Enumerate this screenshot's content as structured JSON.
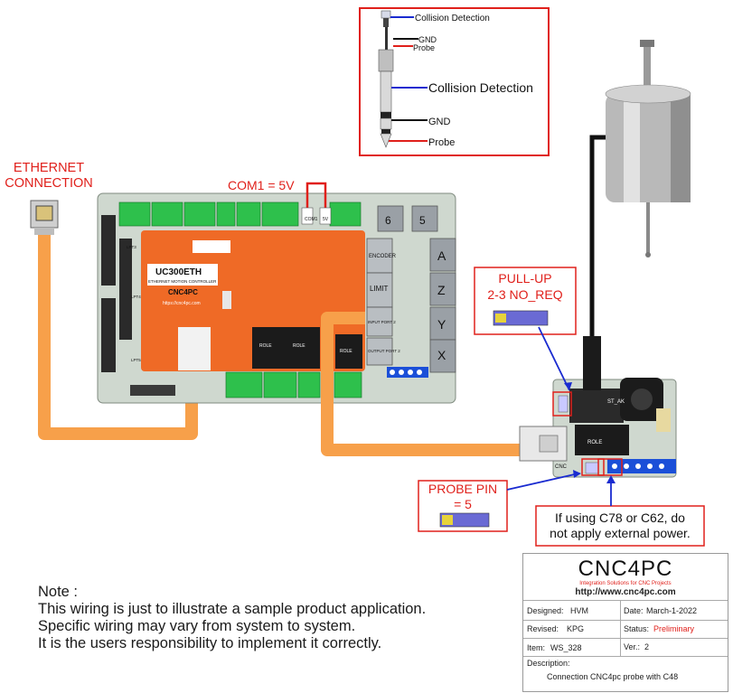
{
  "labels": {
    "ethernet_line1": "ETHERNET",
    "ethernet_line2": "CONNECTION",
    "com1": "COM1  = 5V",
    "pullup_line1": "PULL-UP",
    "pullup_line2": "2-3 NO_REQ",
    "probe_pin_line1": "PROBE PIN",
    "probe_pin_line2": "= 5",
    "warning_line1": "If using C78 or C62, do",
    "warning_line2": "not apply external power."
  },
  "jack_diagram": {
    "top_collision": "Collision Detection",
    "top_gnd": "GND",
    "top_probe": "Probe",
    "collision": "Collision Detection",
    "gnd": "GND",
    "probe": "Probe"
  },
  "board": {
    "title": "UC300ETH",
    "subtitle": "ETHERNET MOTION CONTROLLER",
    "brand": "CNC4PC",
    "url": "https://cnc4pc.com",
    "port_labels": [
      "6",
      "5",
      "A",
      "Z",
      "Y",
      "X"
    ],
    "side_labels": [
      "ENCODER",
      "LIMIT",
      "INPUT PORT 2",
      "OUTPUT PORT 2"
    ],
    "relay_label": "ROLE",
    "lpt_labels": [
      "LPT3",
      "LPT4",
      "LPT5"
    ],
    "jumper_labels": [
      "COM1",
      "5V"
    ]
  },
  "interface_board": {
    "jack_label": "ST_AK",
    "relay_label": "ROLE",
    "model": "CNC"
  },
  "note": {
    "title": "Note :",
    "lines": [
      "This wiring is just to illustrate a sample product application.",
      "Specific wiring may vary from system to system.",
      "It is the users responsibility to implement it correctly."
    ]
  },
  "title_block": {
    "logo": "CNC4PC",
    "tagline": "Integration Solutions for CNC Projects",
    "url": "http://www.cnc4pc.com",
    "designed_label": "Designed:",
    "designed_value": "HVM",
    "date_label": "Date:",
    "date_value": "March-1-2022",
    "revised_label": "Revised:",
    "revised_value": "KPG",
    "status_label": "Status:",
    "status_value": "Preliminary",
    "item_label": "Item:",
    "item_value": "WS_328",
    "ver_label": "Ver.:",
    "ver_value": "2",
    "description_label": "Description:",
    "description_value": "Connection CNC4pc probe with C48"
  },
  "colors": {
    "cable": "#f7a04a",
    "board": "#ef6a26",
    "pcb": "#cfd8cf",
    "terminal": "#2ec04c",
    "callout": "#e0201b",
    "wire_blue": "#1a2bd0"
  }
}
